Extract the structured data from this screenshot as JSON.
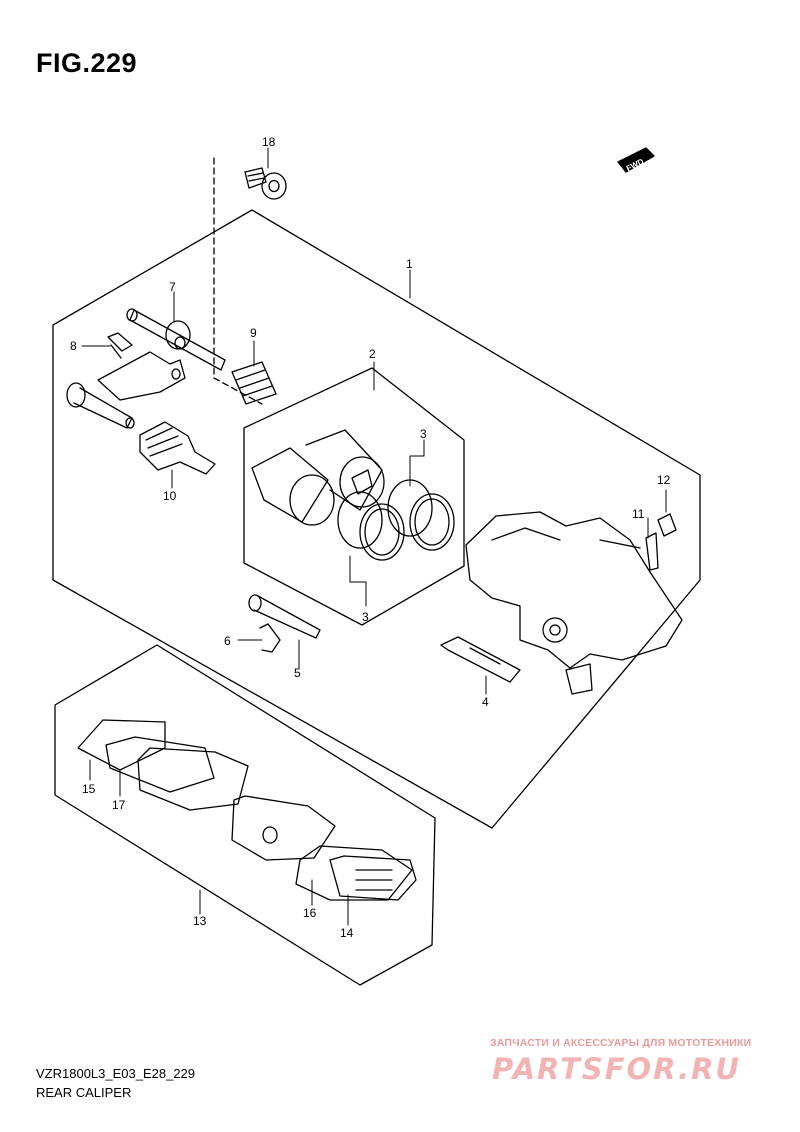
{
  "figure": {
    "title": "FIG.229",
    "model_code": "VZR1800L3_E03_E28_229",
    "caption": "REAR CALIPER",
    "fwd_label": "FWD"
  },
  "callouts": [
    {
      "id": "c1",
      "label": "1"
    },
    {
      "id": "c2",
      "label": "2"
    },
    {
      "id": "c3a",
      "label": "3"
    },
    {
      "id": "c3b",
      "label": "3"
    },
    {
      "id": "c4",
      "label": "4"
    },
    {
      "id": "c5",
      "label": "5"
    },
    {
      "id": "c6",
      "label": "6"
    },
    {
      "id": "c7",
      "label": "7"
    },
    {
      "id": "c8",
      "label": "8"
    },
    {
      "id": "c9",
      "label": "9"
    },
    {
      "id": "c10",
      "label": "10"
    },
    {
      "id": "c11",
      "label": "11"
    },
    {
      "id": "c12",
      "label": "12"
    },
    {
      "id": "c13",
      "label": "13"
    },
    {
      "id": "c14",
      "label": "14"
    },
    {
      "id": "c15",
      "label": "15"
    },
    {
      "id": "c16",
      "label": "16"
    },
    {
      "id": "c17",
      "label": "17"
    },
    {
      "id": "c18",
      "label": "18"
    }
  ],
  "watermark": {
    "tagline": "ЗАПЧАСТИ И АКСЕССУАРЫ ДЛЯ МОТОТЕХНИКИ",
    "logo": "PARTSFOR.RU"
  }
}
